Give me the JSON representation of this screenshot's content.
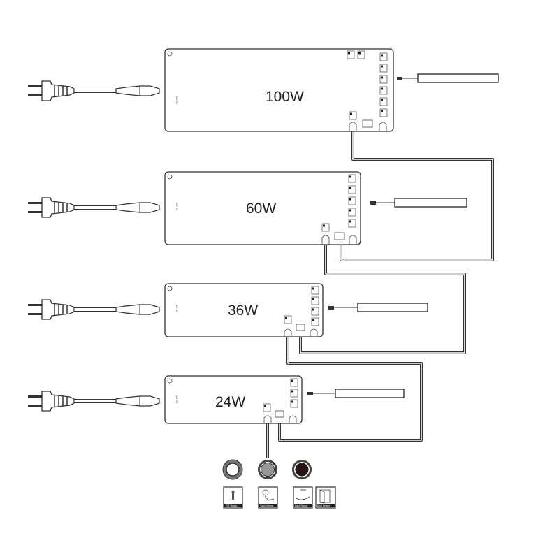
{
  "drivers": [
    {
      "label": "100W"
    },
    {
      "label": "60W"
    },
    {
      "label": "36W"
    },
    {
      "label": "24W"
    }
  ],
  "input_label": "AC IN",
  "sensors": [
    {
      "label": "PIR Sensor",
      "icon": "pir-sensor-icon"
    },
    {
      "label": "Touch Sensor",
      "icon": "touch-sensor-icon"
    },
    {
      "label": "Hand Sensor",
      "icon": "hand-sensor-icon"
    },
    {
      "label": "Door Sensor",
      "icon": "door-sensor-icon"
    }
  ]
}
